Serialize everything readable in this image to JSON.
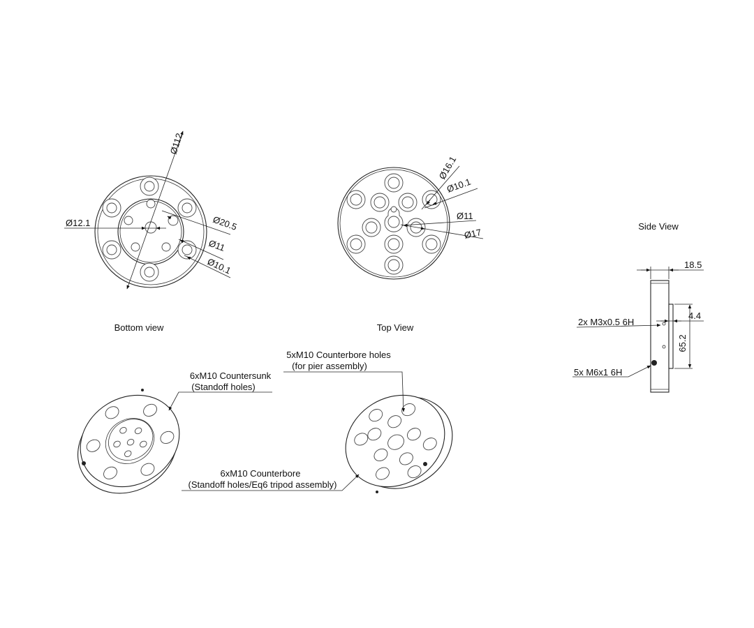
{
  "views": {
    "bottom_view_label": "Bottom view",
    "top_view_label": "Top View",
    "side_view_label": "Side View"
  },
  "bottom_view_dims": {
    "outer_diameter": "Ø112",
    "center_hole": "Ø12.1",
    "counterbore_ring": "Ø20.5",
    "hole_11": "Ø11",
    "hole_10_1": "Ø10.1"
  },
  "top_view_dims": {
    "counterbore": "Ø16.1",
    "through_hole": "Ø10.1",
    "hole_11": "Ø11",
    "hole_17": "Ø17"
  },
  "side_view_dims": {
    "thickness": "18.5",
    "step": "4.4",
    "boss_height": "65.2",
    "m3_thread": "2x M3x0.5 6H",
    "m6_thread": "5x M6x1 6H"
  },
  "callouts": {
    "countersunk_line1": "6xM10 Countersunk",
    "countersunk_line2": "(Standoff holes)",
    "pier_line1": "5xM10 Counterbore holes",
    "pier_line2": "(for pier assembly)",
    "tripod_line1": "6xM10 Counterbore",
    "tripod_line2": "(Standoff holes/Eq6 tripod assembly)"
  }
}
